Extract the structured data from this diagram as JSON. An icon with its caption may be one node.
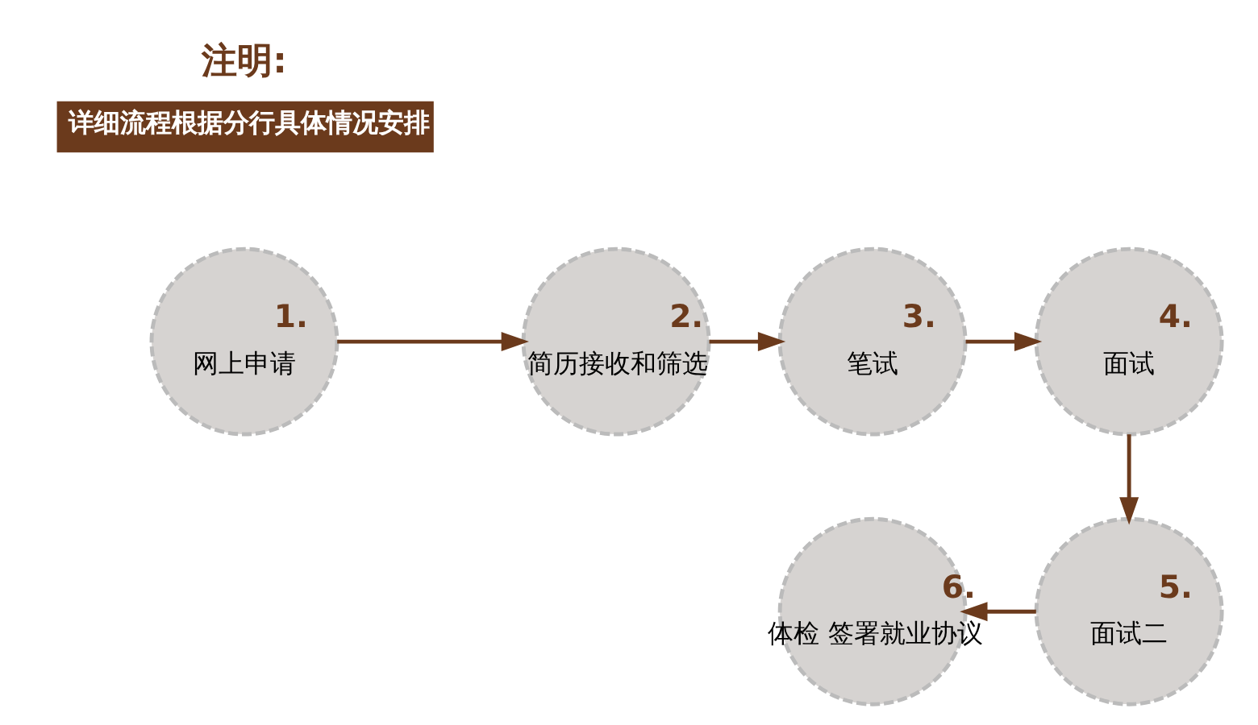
{
  "diagram": {
    "nodes": [
      {
        "text": [
          "1.",
          "网上申请"
        ]
      },
      {
        "text": [
          "2.",
          "简历接收和筛选"
        ]
      },
      {
        "text": [
          "3.",
          "笔试"
        ]
      },
      {
        "text": [
          "4.",
          "面试"
        ]
      },
      {
        "text": [
          "5.",
          "面试二"
        ]
      },
      {
        "text": [
          "6.",
          "体检 签署就业协议"
        ]
      },
      {
        "text": [
          "注明:",
          "详细流程根据分行具体情况安排"
        ]
      }
    ],
    "edges": [
      {
        "from": 0,
        "to": 1,
        "arrow": "to"
      },
      {
        "from": 1,
        "to": 2,
        "arrow": "to"
      },
      {
        "from": 2,
        "to": 3,
        "arrow": "to"
      },
      {
        "from": 3,
        "to": 4,
        "arrow": "to"
      },
      {
        "from": 4,
        "to": 5,
        "arrow": "to"
      }
    ]
  }
}
